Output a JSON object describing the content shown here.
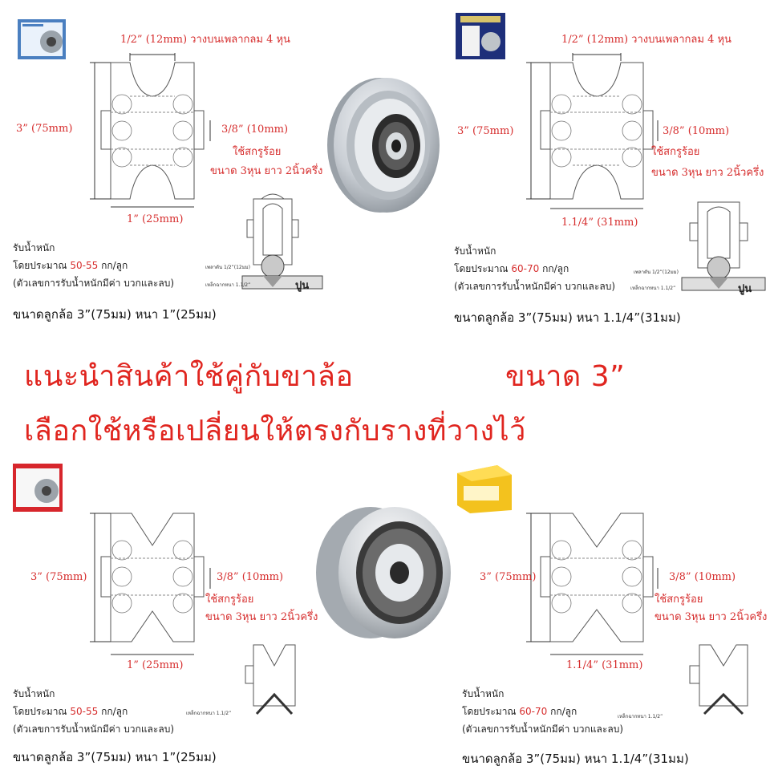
{
  "headline": {
    "line1": "แนะนำสินค้าใช้คู่กับขาล้อ",
    "size": "ขนาด 3”",
    "line2": "เลือกใช้หรือเปลี่ยนให้ตรงกับรางที่วางไว้"
  },
  "panels": {
    "tl": {
      "top_dim": "1/2” (12mm) วางบนเพลากลม 4 หุน",
      "height_dim": "3” (75mm)",
      "bolt_dim": "3/8” (10mm)",
      "bolt_note1": "ใช้สกรูร้อย",
      "bolt_note2": "ขนาด 3หุน ยาว 2นิ้วครึ่ง",
      "width_dim": "1” (25mm)",
      "load_title": "รับน้ำหนัก",
      "load_prefix": "โดยประมาณ ",
      "load_value": "50-55",
      "load_unit": " กก/ลูก",
      "load_note": "(ตัวเลขการรับน้ำหนักมีค่า บวกและลบ)",
      "rail_note1": "เพลาตัน 1/2”(12มม)",
      "rail_note2": "เหล็กฉากหนา 1.1/2”",
      "rail_cement": "ปูน",
      "caption": "ขนาดลูกล้อ 3”(75มม) หนา 1”(25มม)"
    },
    "tr": {
      "top_dim": "1/2” (12mm) วางบนเพลากลม 4 หุน",
      "height_dim": "3” (75mm)",
      "bolt_dim": "3/8” (10mm)",
      "bolt_note1": "ใช้สกรูร้อย",
      "bolt_note2": "ขนาด 3หุน ยาว 2นิ้วครึ่ง",
      "width_dim": "1.1/4” (31mm)",
      "load_title": "รับน้ำหนัก",
      "load_prefix": "โดยประมาณ ",
      "load_value": "60-70",
      "load_unit": " กก/ลูก",
      "load_note": "(ตัวเลขการรับน้ำหนักมีค่า บวกและลบ)",
      "rail_note1": "เพลาตัน 1/2”(12มม)",
      "rail_note2": "เหล็กฉากหนา 1.1/2”",
      "rail_cement": "ปูน",
      "caption": "ขนาดลูกล้อ 3”(75มม) หนา 1.1/4”(31มม)"
    },
    "bl": {
      "height_dim": "3” (75mm)",
      "bolt_dim": "3/8” (10mm)",
      "bolt_note1": "ใช้สกรูร้อย",
      "bolt_note2": "ขนาด 3หุน ยาว 2นิ้วครึ่ง",
      "width_dim": "1” (25mm)",
      "load_title": "รับน้ำหนัก",
      "load_prefix": "โดยประมาณ ",
      "load_value": "50-55",
      "load_unit": " กก/ลูก",
      "load_note": "(ตัวเลขการรับน้ำหนักมีค่า บวกและลบ)",
      "rail_note2": "เหล็กฉากหนา 1.1/2”",
      "caption": "ขนาดลูกล้อ 3”(75มม) หนา 1”(25มม)"
    },
    "br": {
      "height_dim": "3” (75mm)",
      "bolt_dim": "3/8” (10mm)",
      "bolt_note1": "ใช้สกรูร้อย",
      "bolt_note2": "ขนาด 3หุน ยาว 2นิ้วครึ่ง",
      "width_dim": "1.1/4” (31mm)",
      "load_title": "รับน้ำหนัก",
      "load_prefix": "โดยประมาณ ",
      "load_value": "60-70",
      "load_unit": " กก/ลูก",
      "load_note": "(ตัวเลขการรับน้ำหนักมีค่า บวกและลบ)",
      "rail_note2": "เหล็กฉากหนา 1.1/2”",
      "caption": "ขนาดลูกล้อ 3”(75มม) หนา 1.1/4”(31มม)"
    }
  },
  "colors": {
    "accent": "#d62d2d",
    "headline": "#e0251f",
    "line": "#555555"
  }
}
